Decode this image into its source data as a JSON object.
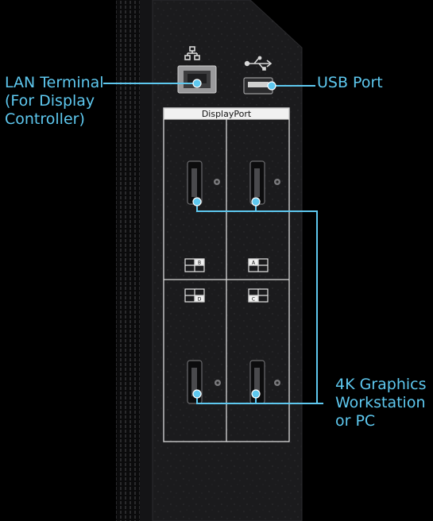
{
  "title": "",
  "panel": {
    "header": "DisplayPort",
    "quad_markers": [
      "B",
      "A",
      "D",
      "C"
    ]
  },
  "labels": {
    "lan": "LAN Terminal\n(For Display\nController)",
    "usb": "USB Port",
    "gpu": "4K Graphics\nWorkstation\nor PC"
  },
  "icons": [
    "network-icon",
    "usb-icon"
  ],
  "colors": {
    "background": "#000000",
    "panel": "#1d1d1f",
    "callout": "#5ec8ef",
    "outline": "#d9d9d9"
  }
}
